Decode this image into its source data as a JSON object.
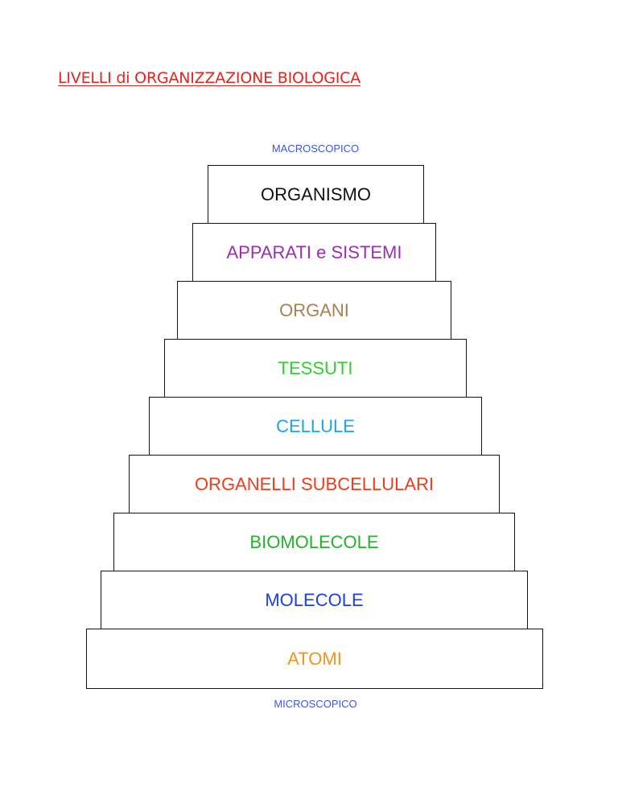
{
  "title": "LIVELLI di ORGANIZZAZIONE BIOLOGICA",
  "scale": {
    "top_label": "MACROSCOPICO",
    "bottom_label": "MICROSCOPICO",
    "label_color": "#3a55e6"
  },
  "levels": [
    {
      "label": "ORGANISMO",
      "color": "#111111"
    },
    {
      "label": "APPARATI e SISTEMI",
      "color": "#9b2fb0"
    },
    {
      "label": "ORGANI",
      "color": "#a9814e"
    },
    {
      "label": "TESSUTI",
      "color": "#2ed02e"
    },
    {
      "label": "CELLULE",
      "color": "#1ca3f0"
    },
    {
      "label": "ORGANELLI SUBCELLULARI",
      "color": "#f23b1a"
    },
    {
      "label": "BIOMOLECOLE",
      "color": "#22b32b"
    },
    {
      "label": "MOLECOLE",
      "color": "#1a3ff2"
    },
    {
      "label": "ATOMI",
      "color": "#f3941a"
    }
  ]
}
